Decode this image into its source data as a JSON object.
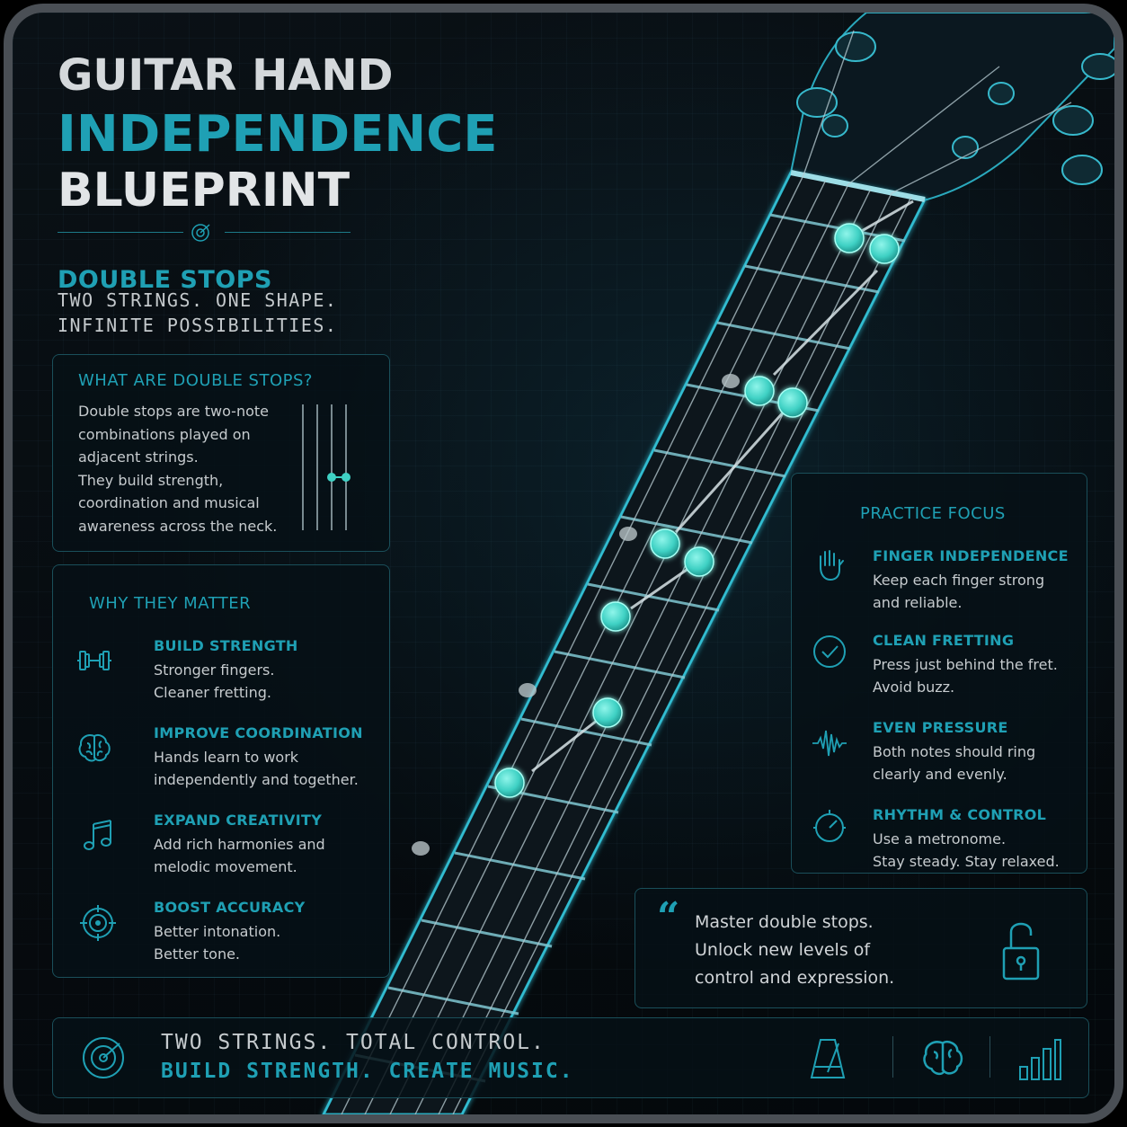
{
  "title": {
    "line1": "GUITAR HAND",
    "line2": "INDEPENDENCE",
    "line3": "BLUEPRINT"
  },
  "section": {
    "title": "DOUBLE STOPS",
    "tagline_line1": "TWO STRINGS. ONE SHAPE.",
    "tagline_line2": "INFINITE POSSIBILITIES."
  },
  "what_card": {
    "heading": "WHAT ARE DOUBLE STOPS?",
    "lines": [
      "Double stops are two-note",
      "combinations played on",
      "adjacent strings.",
      "They build strength,",
      "coordination and musical",
      "awareness across the neck."
    ]
  },
  "why_card": {
    "heading": "WHY THEY MATTER",
    "items": [
      {
        "icon": "dumbbell-icon",
        "title": "BUILD STRENGTH",
        "line1": "Stronger fingers.",
        "line2": "Cleaner fretting."
      },
      {
        "icon": "brain-icon",
        "title": "IMPROVE COORDINATION",
        "line1": "Hands learn to work",
        "line2": "independently and together."
      },
      {
        "icon": "music-note-icon",
        "title": "EXPAND CREATIVITY",
        "line1": "Add rich harmonies and",
        "line2": "melodic movement."
      },
      {
        "icon": "target-icon",
        "title": "BOOST ACCURACY",
        "line1": "Better intonation.",
        "line2": "Better tone."
      }
    ]
  },
  "focus_card": {
    "heading": "PRACTICE FOCUS",
    "items": [
      {
        "icon": "hand-icon",
        "title": "FINGER INDEPENDENCE",
        "line1": "Keep each finger strong",
        "line2": "and reliable."
      },
      {
        "icon": "check-circle-icon",
        "title": "CLEAN FRETTING",
        "line1": "Press just behind the fret.",
        "line2": "Avoid buzz."
      },
      {
        "icon": "waveform-icon",
        "title": "EVEN PRESSURE",
        "line1": "Both notes should ring",
        "line2": "clearly and evenly."
      },
      {
        "icon": "metronome-dial-icon",
        "title": "RHYTHM & CONTROL",
        "line1": "Use a metronome.",
        "line2": "Stay steady. Stay relaxed."
      }
    ]
  },
  "quote": {
    "mark": "“",
    "line1": "Master double stops.",
    "line2": "Unlock new levels of",
    "line3": "control and expression.",
    "icon": "unlock-icon"
  },
  "bottom_banner": {
    "line1": "TWO STRINGS. TOTAL CONTROL.",
    "line2": "BUILD STRENGTH. CREATE MUSIC.",
    "icons": [
      "target-icon",
      "metronome-icon",
      "brain-icon",
      "bar-chart-icon"
    ]
  },
  "colors": {
    "accent": "#1fa0b4",
    "note_dot": "#3fd1c4",
    "background": "#060b0f",
    "frame": "#4a4f55"
  }
}
